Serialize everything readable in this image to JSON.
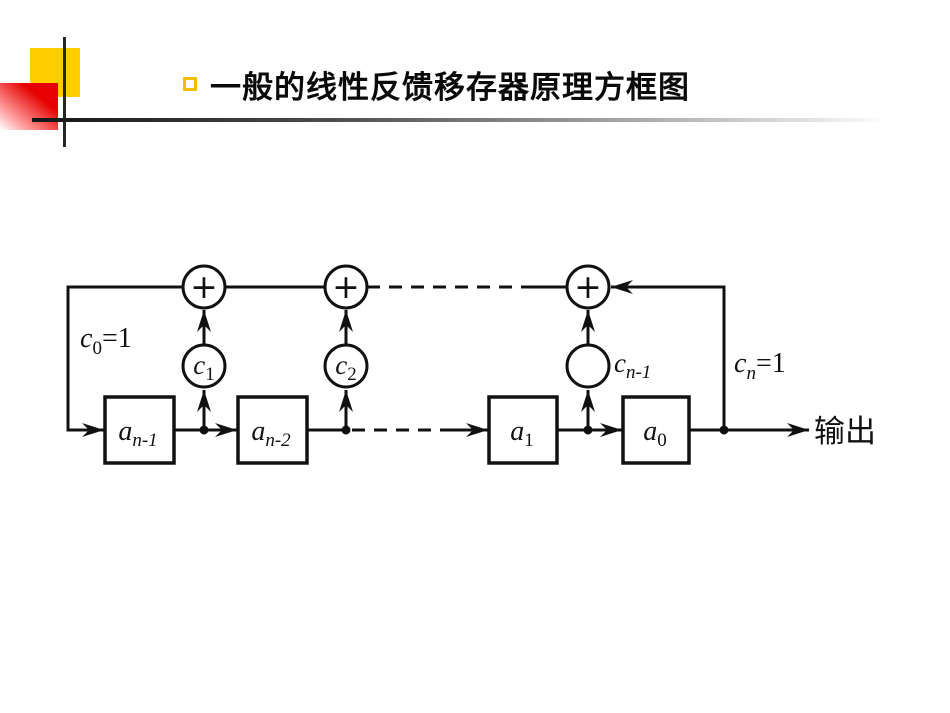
{
  "slide": {
    "title": "一般的线性反馈移存器原理方框图"
  },
  "colors": {
    "bullet_square": "#F0C000",
    "deco_yellow_square": "#FFCC00",
    "deco_red_square": "#E60000",
    "divider_line": "#141414",
    "diagram_ink": "#111111"
  },
  "diagram": {
    "adder_symbol": "+",
    "taps": [
      {
        "base": "c",
        "sub": "1"
      },
      {
        "base": "c",
        "sub": "2"
      },
      {
        "base": "c",
        "sub": "n-1"
      }
    ],
    "registers": [
      {
        "base": "a",
        "sub": "n-1"
      },
      {
        "base": "a",
        "sub": "n-2"
      },
      {
        "base": "a",
        "sub": "1"
      },
      {
        "base": "a",
        "sub": "0"
      }
    ],
    "coefficient_labels": {
      "c0": {
        "base": "c",
        "sub": "0",
        "tail": "=1"
      },
      "cn": {
        "base": "c",
        "sub": "n",
        "tail": "=1"
      }
    },
    "output_label": "输出"
  }
}
